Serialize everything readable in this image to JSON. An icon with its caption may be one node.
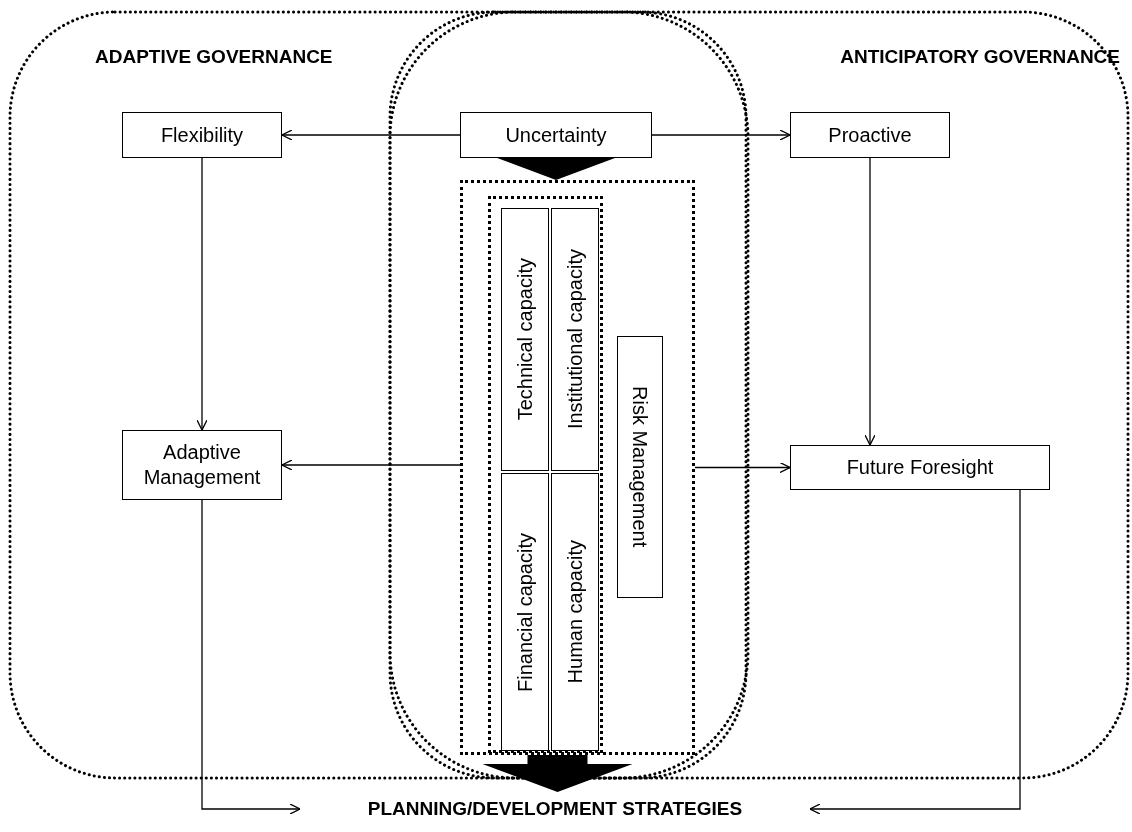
{
  "diagram": {
    "nodes": [
      {
        "text": [
          "Uncertainty"
        ]
      },
      {
        "text": [
          "Flexibility"
        ]
      },
      {
        "text": [
          "Proactive"
        ]
      },
      {
        "text": [],
        "shape": "box"
      },
      {
        "text": [],
        "shape": "box",
        "in": 3
      },
      {
        "text": [
          "Technical capacity"
        ],
        "in": 4
      },
      {
        "text": [
          "Institutional capacity"
        ],
        "in": 4
      },
      {
        "text": [
          "Financial capacity"
        ],
        "in": 4
      },
      {
        "text": [
          "Human capacity"
        ],
        "in": 4
      },
      {
        "text": [
          "Risk Management"
        ],
        "in": 3
      },
      {
        "text": [
          "Adaptive Management"
        ]
      },
      {
        "text": [
          "Future Foresight"
        ]
      },
      {
        "text": [
          "PLANNING/DEVELOPMENT STRATEGIES"
        ]
      }
    ],
    "edges": [
      {
        "from": 0,
        "to": 1,
        "arrow": "to"
      },
      {
        "from": 0,
        "to": 2,
        "arrow": "to"
      },
      {
        "from": 1,
        "to": 10,
        "arrow": "to"
      },
      {
        "from": 2,
        "to": 11,
        "arrow": "to"
      },
      {
        "from": 0,
        "to": 3,
        "arrow": "to",
        "style": "thick"
      },
      {
        "from": 3,
        "to": 10,
        "arrow": "to"
      },
      {
        "from": 3,
        "to": 11,
        "arrow": "to"
      },
      {
        "from": 3,
        "to": 12,
        "arrow": "to",
        "style": "thick"
      },
      {
        "from": 10,
        "to": 12,
        "arrow": "to"
      },
      {
        "from": 11,
        "to": 12,
        "arrow": "to"
      }
    ],
    "labels": [
      "ADAPTIVE GOVERNANCE",
      "ANTICIPATORY GOVERNANCE"
    ]
  }
}
